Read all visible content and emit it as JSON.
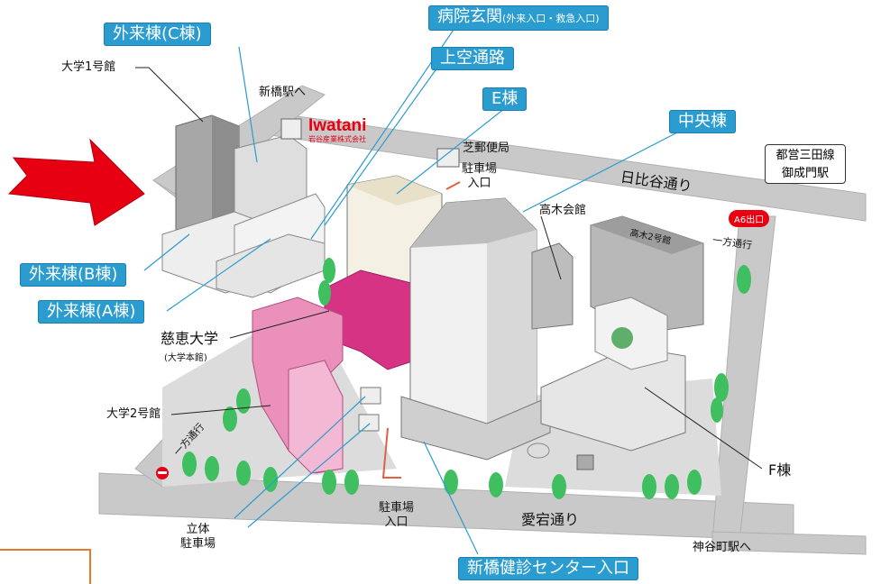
{
  "labels": {
    "outpatient_c": "外来棟(C棟)",
    "univ_bldg1": "大学1号館",
    "shinbashi_station": "新橋駅へ",
    "entrance_main": "病院玄関",
    "entrance_main_sub": "(外来入口・救急入口)",
    "skywalk": "上空通路",
    "e_wing": "E棟",
    "central_wing": "中央棟",
    "shiba_post": "芝郵便局",
    "parking_entrance_top": "駐車場\n入口",
    "hibiya_dori": "日比谷通り",
    "toei_line": "都営三田線\n御成門駅",
    "exit_a6": "A6出口",
    "takagi_hall": "高木会館",
    "takagi_bldg2": "高木2号館",
    "one_way_top": "一方通行",
    "outpatient_b": "外来棟(B棟)",
    "outpatient_a": "外来棟(A棟)",
    "jikei_univ": "慈恵大学",
    "jikei_univ_sub": "(大学本館)",
    "univ_bldg2": "大学2号館",
    "one_way_left": "一方通行",
    "f_wing": "F棟",
    "tachitai_parking": "立体\n駐車場",
    "parking_entrance_bottom": "駐車場\n入口",
    "atago_dori": "愛宕通り",
    "kamiyacho_station": "神谷町駅へ",
    "checkup_center": "新橋健診センター入口",
    "iwatani_brand": "Iwatani",
    "iwatani_sub": "岩谷産業株式会社"
  },
  "colors": {
    "label_blue": "#2b9ccf",
    "arrow_red": "#e60012",
    "pink_building": "#e87fb0",
    "magenta_building": "#d63384",
    "road_gray": "#c8c8c8",
    "building_gray": "#9c9c9c",
    "tree_green": "#3fbf5f"
  },
  "icons": {
    "arrow": "red-arrow-icon",
    "no_entry": "no-entry-icon",
    "tree": "tree-icon"
  }
}
